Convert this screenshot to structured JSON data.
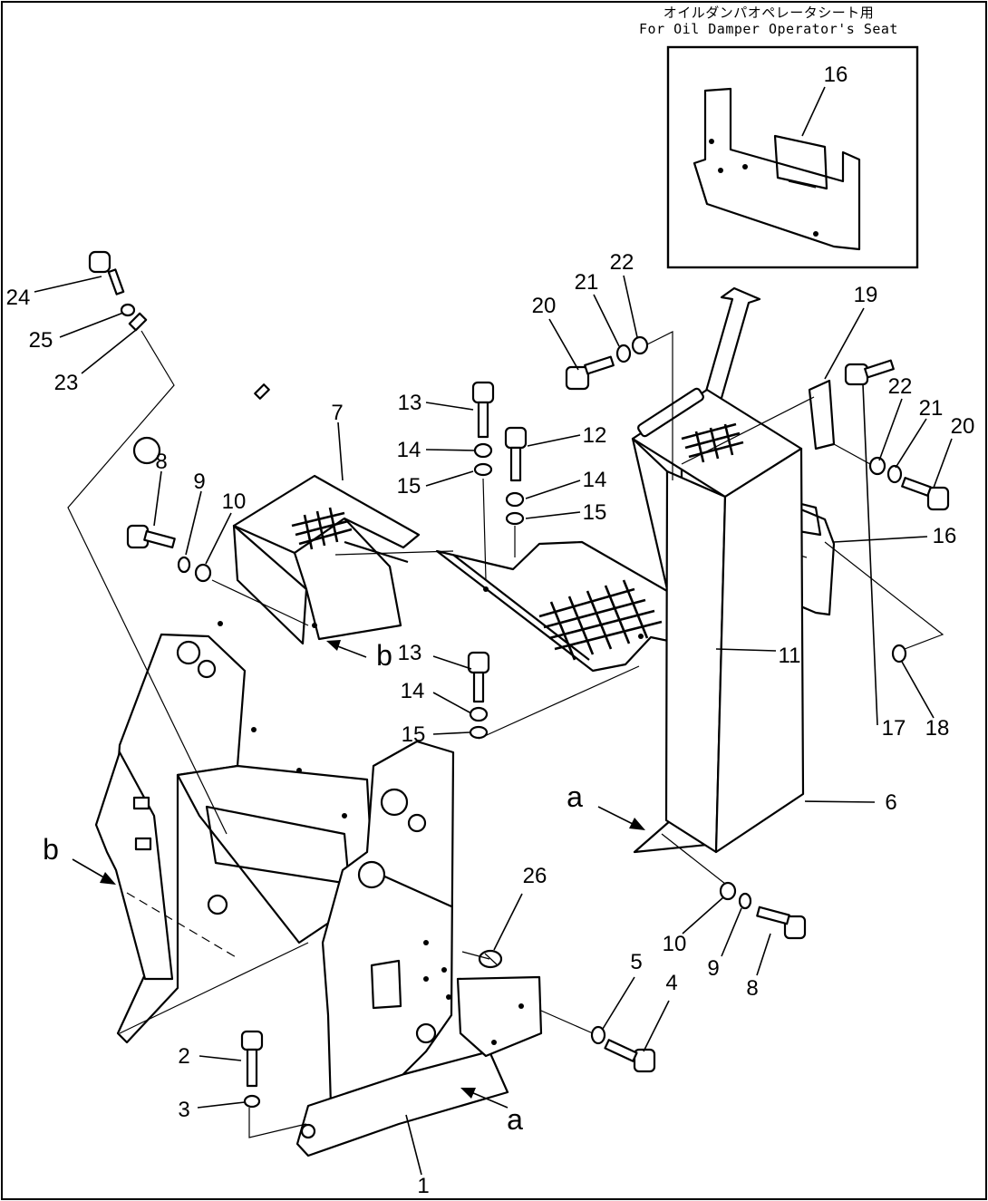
{
  "inset": {
    "caption_jp": "オイルダンパオペレータシート用",
    "caption_en": "For Oil Damper Operator's Seat",
    "callout": "16"
  },
  "callouts": [
    "1",
    "2",
    "3",
    "4",
    "5",
    "6",
    "7",
    "8",
    "9",
    "10",
    "11",
    "12",
    "13",
    "14",
    "15",
    "16",
    "17",
    "18",
    "19",
    "20",
    "21",
    "22",
    "23",
    "24",
    "25",
    "26"
  ],
  "extra_callouts": {
    "n8b": "8",
    "n9b": "9",
    "n10b": "10",
    "n13b": "13",
    "n14b": "14",
    "n14c": "14",
    "n15b": "15",
    "n15c": "15",
    "n20b": "20",
    "n21b": "21",
    "n22b": "22"
  },
  "view_markers": {
    "a": "a",
    "b": "b"
  }
}
